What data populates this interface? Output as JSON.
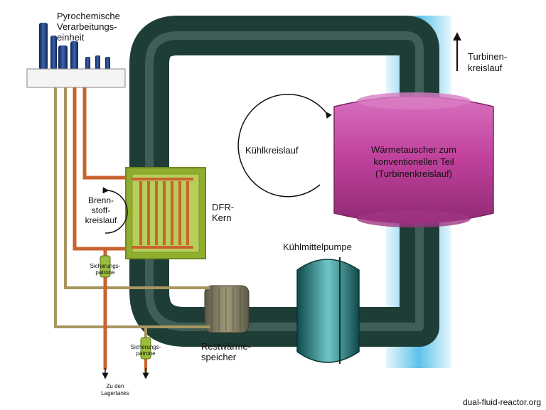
{
  "labels": {
    "pyro_line1": "Pyrochemische",
    "pyro_line2": "Verarbeitungs-",
    "pyro_line3": "einheit",
    "turbine_line1": "Turbinen-",
    "turbine_line2": "kreislauf",
    "kuehlkreislauf": "Kühlkreislauf",
    "hx_line1": "Wärmetauscher zum",
    "hx_line2": "konventionellen Teil",
    "hx_line3": "(Turbinenkreislauf)",
    "brenn_line1": "Brenn-",
    "brenn_line2": "stoff-",
    "brenn_line3": "kreislauf",
    "core_line1": "DFR-",
    "core_line2": "Kern",
    "pump": "Kühlmittelpumpe",
    "fuse1_line1": "Sicherungs-",
    "fuse1_line2": "patrone",
    "fuse2_line1": "Sicherungs-",
    "fuse2_line2": "patrone",
    "rest_line1": "Restwärme-",
    "rest_line2": "speicher",
    "tanks_line1": "Zu den",
    "tanks_line2": "Lagertanks",
    "source": "dual-fluid-reactor.org"
  },
  "colors": {
    "coolant_loop": "#1f3d37",
    "turbine_water": "#9fd8f0",
    "heat_exchanger": "#c0409c",
    "fuel_pipe": "#c8632f",
    "core_frame": "#9ab53a",
    "pump": "#1f6e6e",
    "tank_columns": "#1a3a7a",
    "safety_pipe": "#a89660"
  },
  "icons": {
    "turbine_arrow": "arrow-up-icon",
    "cooling_cycle": "circular-arrow-icon",
    "fuel_cycle": "circular-arrow-icon"
  }
}
